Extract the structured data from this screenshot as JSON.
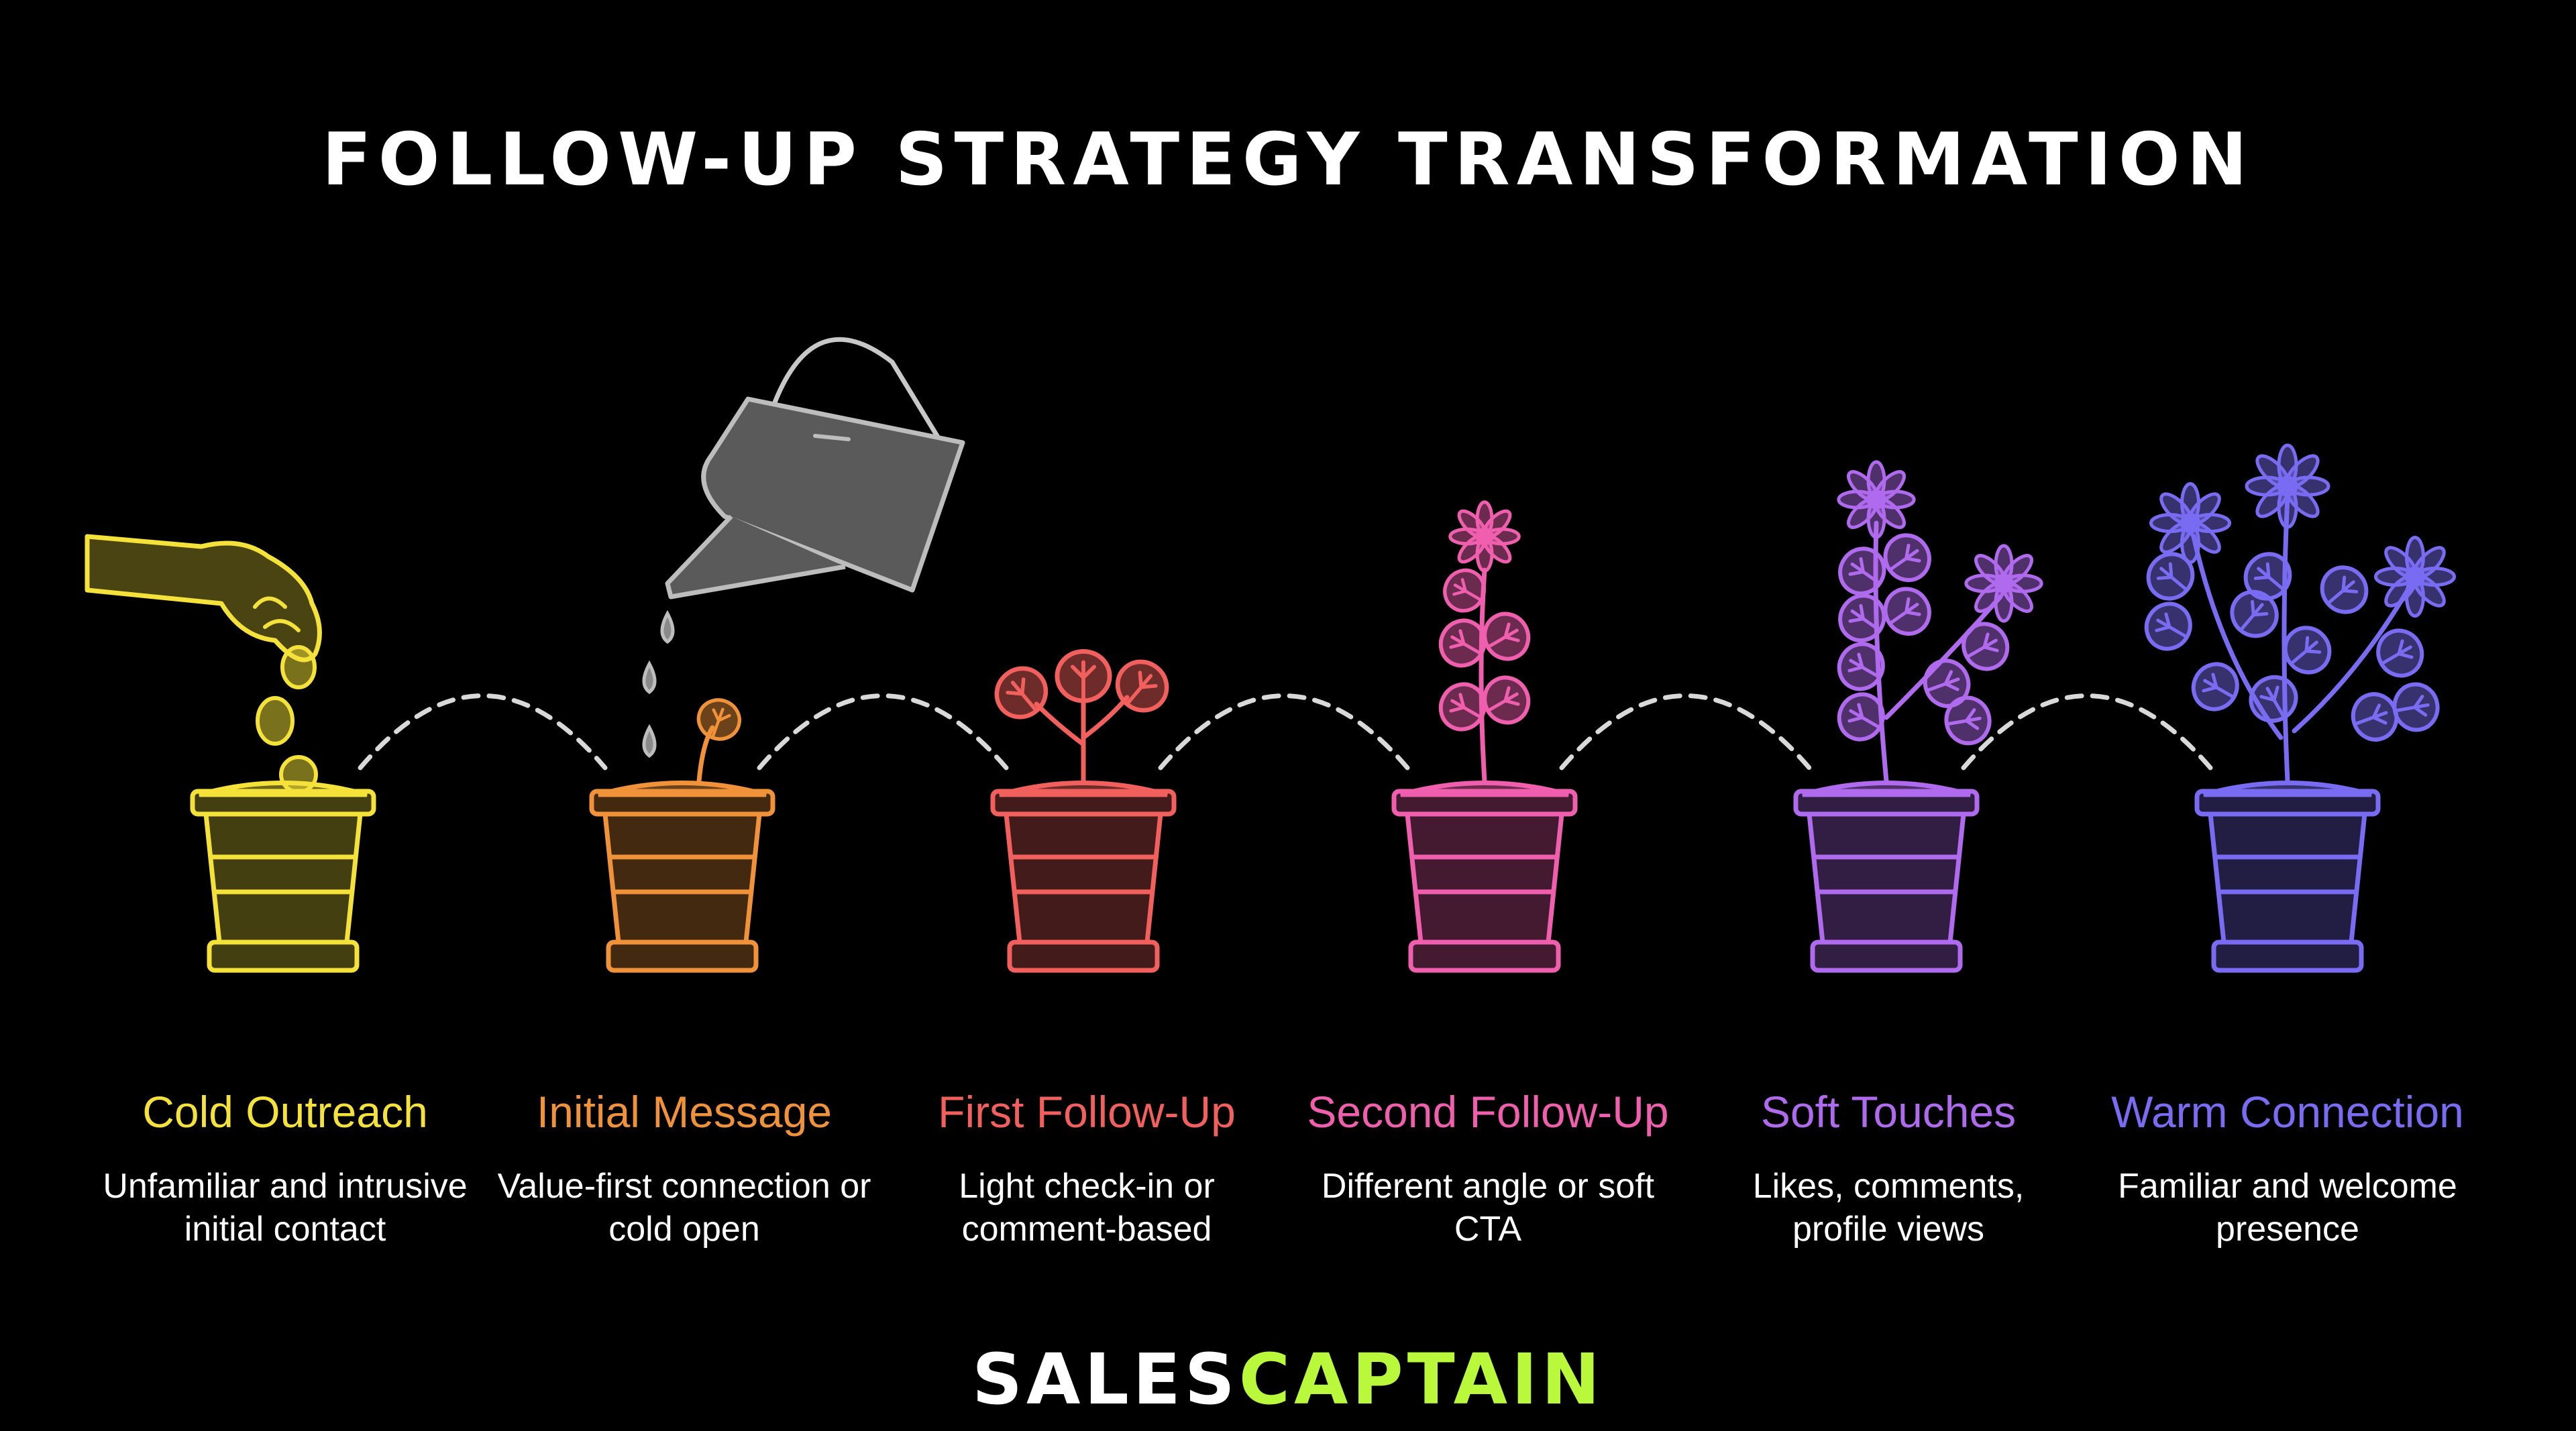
{
  "title": "FOLLOW-UP STRATEGY TRANSFORMATION",
  "stages": [
    {
      "label": "Cold Outreach",
      "description": "Unfamiliar and intrusive initial contact",
      "color": "#f4e23a",
      "icon": "hand-dropping-seeds-icon"
    },
    {
      "label": "Initial Message",
      "description": "Value-first connection or cold open",
      "color": "#f0923a",
      "icon": "watering-can-sprout-icon"
    },
    {
      "label": "First Follow-Up",
      "description": "Light check-in or comment-based",
      "color": "#f2605e",
      "icon": "seedling-pot-icon"
    },
    {
      "label": "Second Follow-Up",
      "description": "Different angle or soft CTA",
      "color": "#ef5fae",
      "icon": "budding-flower-pot-icon"
    },
    {
      "label": "Soft Touches",
      "description": "Likes, comments, profile views",
      "color": "#b06aee",
      "icon": "flowering-plant-pot-icon"
    },
    {
      "label": "Warm Connection",
      "description": "Familiar and welcome presence",
      "color": "#7a6cf2",
      "icon": "full-bloom-plant-pot-icon"
    }
  ],
  "brand": {
    "word1": "SALES",
    "word2": "CAPTAIN",
    "color1": "#ffffff",
    "color2": "#b9f83a"
  }
}
